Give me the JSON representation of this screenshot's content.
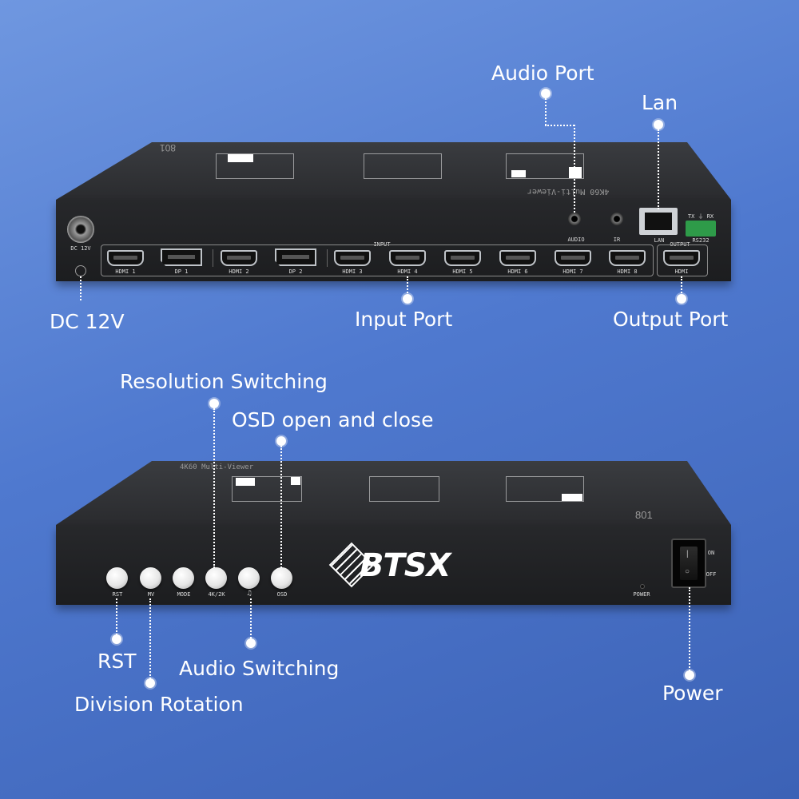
{
  "callouts": {
    "audio_port": "Audio Port",
    "lan": "Lan",
    "dc12v": "DC 12V",
    "input_port": "Input Port",
    "output_port": "Output Port",
    "resolution_switching": "Resolution Switching",
    "osd_open_close": "OSD open and close",
    "rst": "RST",
    "division_rotation": "Division Rotation",
    "audio_switching": "Audio Switching",
    "power": "Power"
  },
  "rear_panel": {
    "model_mirrored": "801",
    "title_mirrored": "4K60 Multi-Viewer",
    "dc_label": "DC 12V",
    "input_header": "INPUT",
    "output_header": "OUTPUT",
    "ports": [
      "HDMI 1",
      "DP 1",
      "HDMI 2",
      "DP 2",
      "HDMI 3",
      "HDMI 4",
      "HDMI 5",
      "HDMI 6",
      "HDMI 7",
      "HDMI 8"
    ],
    "output_port": "HDMI",
    "audio_label": "AUDIO",
    "ir_label": "IR",
    "lan_label": "LAN",
    "rs232_pins": "TX  ⏚  RX",
    "rs232_label": "RS232"
  },
  "front_panel": {
    "title": "4K60 Multi-Viewer",
    "model": "801",
    "brand": "BTSX",
    "buttons": [
      "RST",
      "MV",
      "MODE",
      "4K/2K",
      "♫",
      "OSD"
    ],
    "power_label": "POWER",
    "switch_on": "ON",
    "switch_off": "OFF"
  }
}
